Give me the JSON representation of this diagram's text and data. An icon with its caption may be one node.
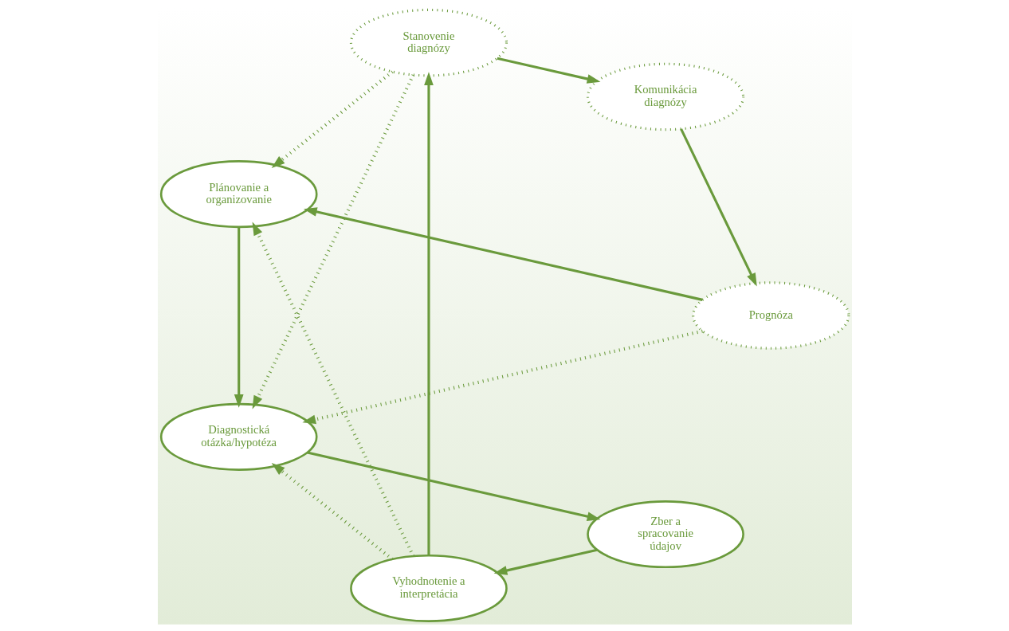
{
  "diagram": {
    "nodes": [
      {
        "text": [
          "Plánovanie a organizovanie"
        ]
      },
      {
        "text": [
          "Diagnostická otázka/hypotéza"
        ]
      },
      {
        "text": [
          "Zber a spracovanie údajov"
        ]
      },
      {
        "text": [
          "Vyhodnotenie a interpretácia"
        ]
      },
      {
        "text": [
          "Stanovenie diagnózy"
        ]
      },
      {
        "text": [
          "Komunikácia diagnózy"
        ]
      },
      {
        "text": [
          "Prognóza"
        ]
      }
    ],
    "edges": [
      {
        "from": 0,
        "to": 1,
        "arrow": "to"
      },
      {
        "from": 1,
        "to": 2,
        "arrow": "to"
      },
      {
        "from": 2,
        "to": 3,
        "arrow": "to"
      },
      {
        "from": 3,
        "to": 4,
        "arrow": "to"
      },
      {
        "from": 4,
        "to": 5,
        "arrow": "to"
      },
      {
        "from": 5,
        "to": 6,
        "arrow": "to"
      },
      {
        "from": 6,
        "to": 0,
        "arrow": "to"
      },
      {
        "from": 6,
        "to": 1,
        "arrow": "to",
        "style": "dashed"
      },
      {
        "from": 4,
        "to": 0,
        "arrow": "to",
        "style": "dashed"
      },
      {
        "from": 4,
        "to": 1,
        "arrow": "to",
        "style": "dashed"
      },
      {
        "from": 3,
        "to": 1,
        "arrow": "to",
        "style": "dashed"
      },
      {
        "from": 3,
        "to": 0,
        "arrow": "to",
        "style": "dashed"
      }
    ]
  }
}
